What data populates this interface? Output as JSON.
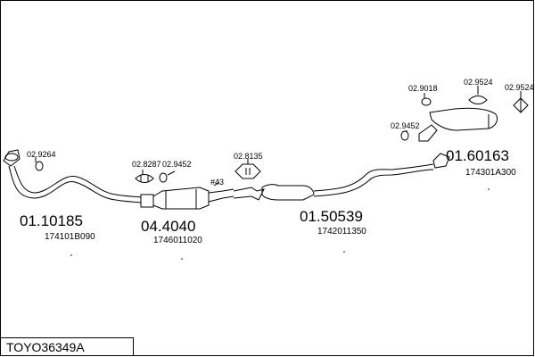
{
  "diagram": {
    "code": "TOYO36349A",
    "parts": [
      {
        "number": "01.10185",
        "ref": "174101B090"
      },
      {
        "number": "04.4040",
        "ref": "1746011020"
      },
      {
        "number": "01.50539",
        "ref": "1742011350"
      },
      {
        "number": "01.60163",
        "ref": "174301A300"
      }
    ],
    "fittings": [
      "02.9264",
      "02.8287",
      "02.9452",
      "02.8135",
      "02.9018",
      "02.9524",
      "02.9524",
      "02.9452"
    ],
    "marker": "#43",
    "colors": {
      "line": "#000000",
      "background": "#ffffff"
    }
  }
}
